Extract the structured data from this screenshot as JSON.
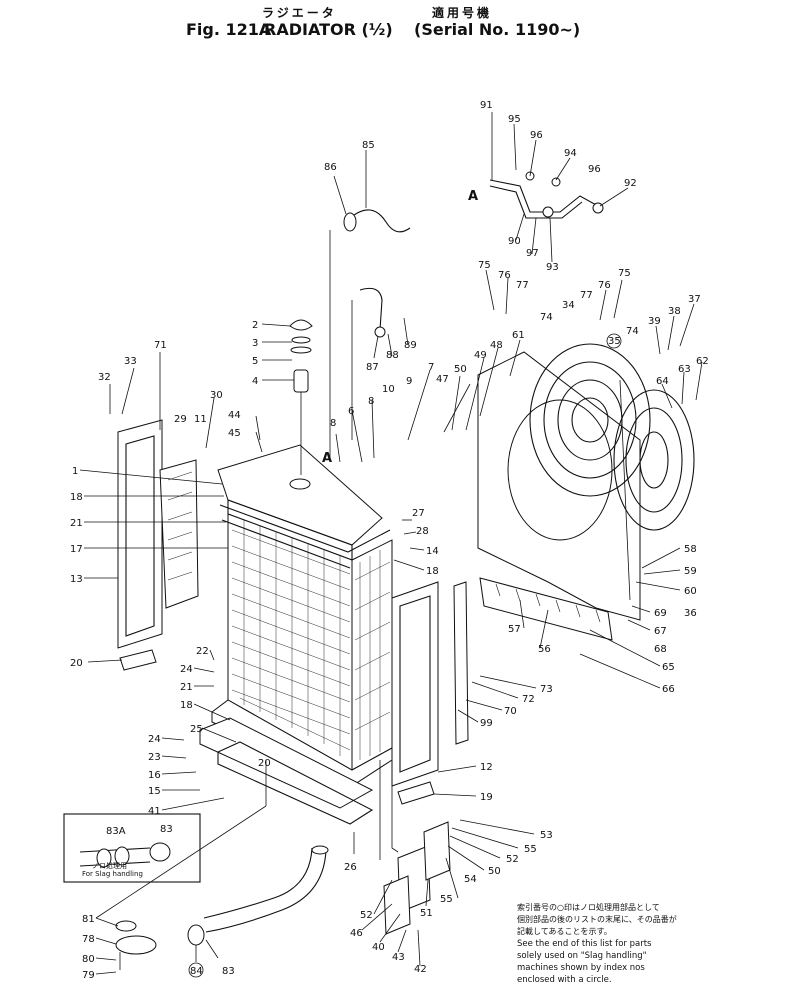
{
  "header": {
    "title_jp": "ラジエータ",
    "fig_label": "Fig. 121A",
    "title": "RADIATOR (½)",
    "serial_jp": "適用号機",
    "serial": "(Serial No. 1190~)"
  },
  "inset": {
    "label_83a": "83A",
    "label_83": "83",
    "slag_jp": "ノロ処理用",
    "slag_en": "For Slag handling"
  },
  "callouts": {
    "c1": "1",
    "c2": "2",
    "c3": "3",
    "c4": "4",
    "c5": "5",
    "c6": "6",
    "c7": "7",
    "c8a": "8",
    "c8b": "8",
    "c9": "9",
    "c10": "10",
    "c11": "11",
    "c12": "12",
    "c13": "13",
    "c14": "14",
    "c15": "15",
    "c16": "16",
    "c17": "17",
    "c18a": "18",
    "c18b": "18",
    "c18c": "18",
    "c19": "19",
    "c20a": "20",
    "c20b": "20",
    "c21a": "21",
    "c21b": "21",
    "c22": "22",
    "c23": "23",
    "c24a": "24",
    "c24b": "24",
    "c25": "25",
    "c26": "26",
    "c27": "27",
    "c28": "28",
    "c29": "29",
    "c30": "30",
    "c32": "32",
    "c33": "33",
    "c34": "34",
    "c35": "35",
    "c36": "36",
    "c37": "37",
    "c38": "38",
    "c39": "39",
    "c40": "40",
    "c41": "41",
    "c42": "42",
    "c43": "43",
    "c44": "44",
    "c45": "45",
    "c46": "46",
    "c47": "47",
    "c48": "48",
    "c49": "49",
    "c50a": "50",
    "c50b": "50",
    "c51": "51",
    "c52a": "52",
    "c52b": "52",
    "c53": "53",
    "c54": "54",
    "c55a": "55",
    "c55b": "55",
    "c56": "56",
    "c57": "57",
    "c58": "58",
    "c59": "59",
    "c60": "60",
    "c61": "61",
    "c62": "62",
    "c63": "63",
    "c64": "64",
    "c65": "65",
    "c66": "66",
    "c67": "67",
    "c68": "68",
    "c69": "69",
    "c70": "70",
    "c71": "71",
    "c72": "72",
    "c73": "73",
    "c74a": "74",
    "c74b": "74",
    "c75a": "75",
    "c75b": "75",
    "c76a": "76",
    "c76b": "76",
    "c77a": "77",
    "c77b": "77",
    "c78": "78",
    "c79": "79",
    "c80": "80",
    "c81": "81",
    "c83": "83",
    "c84": "84",
    "c85": "85",
    "c86": "86",
    "c87": "87",
    "c88": "88",
    "c89": "89",
    "c90": "90",
    "c91": "91",
    "c92": "92",
    "c93": "93",
    "c94": "94",
    "c95": "95",
    "c96a": "96",
    "c96b": "96",
    "c97": "97",
    "c99": "99",
    "cA1": "A",
    "cA2": "A"
  },
  "note": {
    "jp_line1": "索引番号の○印はノロ処理用部品として",
    "jp_line2": "個別部品の後のリストの末尾に、その品番が",
    "jp_line3": "記載してあることを示す。",
    "en_line1": "See the end of this list for parts",
    "en_line2": "solely used on \"Slag handling\"",
    "en_line3": "machines shown by index nos",
    "en_line4": "enclosed with a circle."
  }
}
